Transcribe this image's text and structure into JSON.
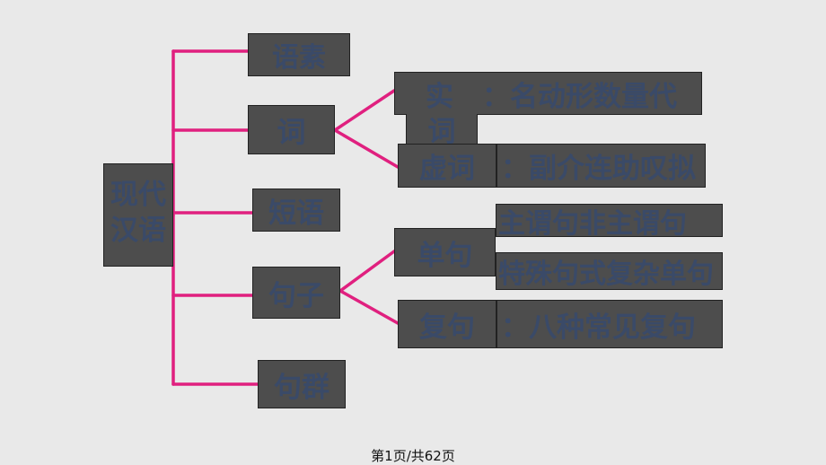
{
  "diagram": {
    "line_color": "#e0207f",
    "box_color": "#4d4d4d",
    "text_color": "#3a4a68",
    "root": "现代汉语",
    "level1": {
      "yusu": "语素",
      "ci": "词",
      "duanyu": "短语",
      "juzi": "句子",
      "juqun": "句群"
    },
    "ci_children": {
      "shici_lead": "实",
      "shici_rest": "：名动形数量代",
      "shici_tail": "词",
      "xuci_lead": "虚词",
      "xuci_rest": "：副介连助叹拟"
    },
    "juzi_children": {
      "danju": "单句",
      "danju_item1": "主谓句非主谓句",
      "danju_item2": "特殊句式复杂单句",
      "fuju": "复句",
      "fuju_rest": "：八种常见复句"
    }
  },
  "footer": {
    "page_label": "第1页/共62页"
  }
}
